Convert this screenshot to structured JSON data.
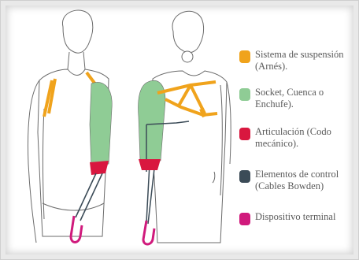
{
  "legend": [
    {
      "color": "#f0a31c",
      "lines": [
        "Sistema de suspensión",
        "(Arnés)."
      ]
    },
    {
      "color": "#8fcc95",
      "lines": [
        "Socket, Cuenca o",
        "Enchufe)."
      ]
    },
    {
      "color": "#d9173f",
      "lines": [
        "Articulación (Codo",
        "mecánico)."
      ]
    },
    {
      "color": "#3b4b57",
      "lines": [
        "Elementos de control",
        "(Cables Bowden)"
      ]
    },
    {
      "color": "#d01a7c",
      "lines": [
        "Dispositivo terminal"
      ]
    }
  ],
  "colors": {
    "harness": "#f0a31c",
    "socket": "#8fcc95",
    "elbow": "#d9173f",
    "cable": "#3b4b57",
    "hook": "#d01a7c",
    "outline": "#6b6b6b"
  }
}
